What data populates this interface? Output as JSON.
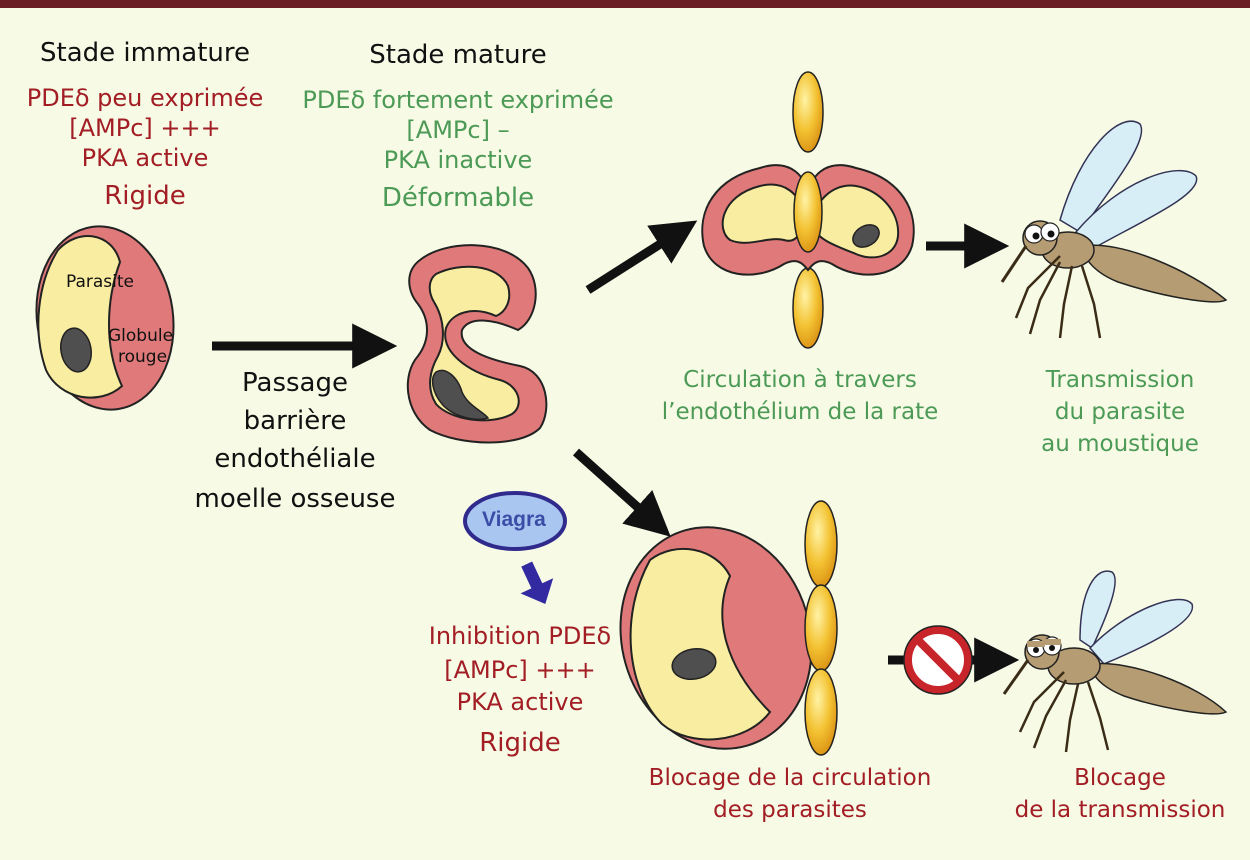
{
  "colors": {
    "frame_bar": "#6b1e24",
    "background": "#f7fbe6",
    "red_cell": "#e07a7a",
    "parasite": "#f8eda0",
    "nucleus": "#4f4f4f",
    "endothelium": "#e8a21e",
    "label_red": "#a21d24",
    "label_green": "#4c9a56",
    "viagra_fill": "#a9c6f0",
    "viagra_outline": "#2f2a8c",
    "mosquito_body": "#b59c72",
    "stop_sign": "#c8252b"
  },
  "icons": [
    "red-blood-cell-icon",
    "endothelium-barrier-icon",
    "mosquito-icon",
    "prohibited-sign-icon",
    "arrow-icon"
  ],
  "immature": {
    "title": "Stade immature",
    "line1": "PDEδ peu exprimée",
    "line2": "[AMPc] +++",
    "line3": "PKA active",
    "state": "Rigide",
    "label_parasite": "Parasite",
    "label_cell_1": "Globule",
    "label_cell_2": "rouge"
  },
  "mature": {
    "title": "Stade mature",
    "line1": "PDEδ fortement exprimée",
    "line2": "[AMPc] –",
    "line3": "PKA inactive",
    "state": "Déformable"
  },
  "passage": {
    "line1": "Passage",
    "line2": "barrière",
    "line3": "endothéliale",
    "line4": "moelle osseuse"
  },
  "circulation": {
    "line1": "Circulation à travers",
    "line2": "l’endothélium de la rate"
  },
  "transmission": {
    "line1": "Transmission",
    "line2": "du parasite",
    "line3": "au moustique"
  },
  "viagra": {
    "label": "Viagra",
    "line1": "Inhibition PDEδ",
    "line2": "[AMPc] +++",
    "line3": "PKA active",
    "state": "Rigide"
  },
  "blocked_circulation": {
    "line1": "Blocage de la circulation",
    "line2": "des parasites"
  },
  "blocked_transmission": {
    "line1": "Blocage",
    "line2": "de la transmission"
  }
}
